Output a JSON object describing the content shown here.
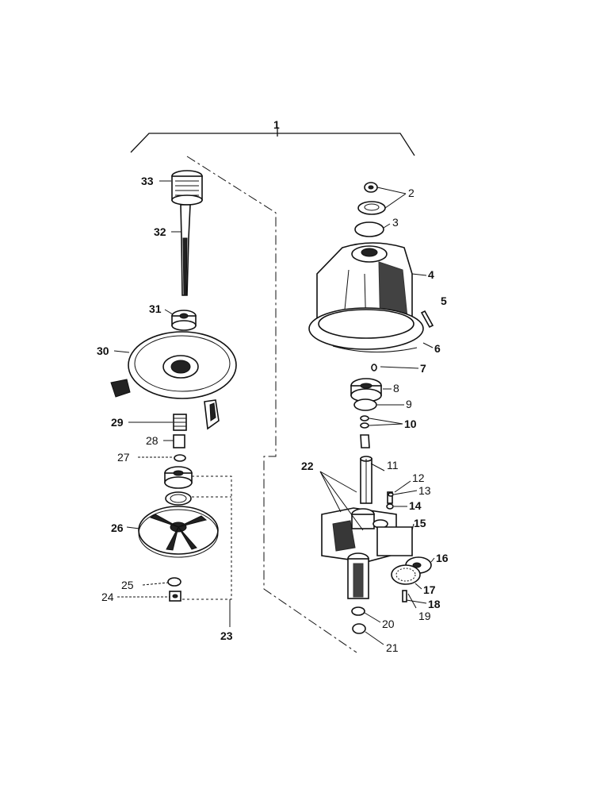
{
  "labels": {
    "l1": "1",
    "l2": "2",
    "l3": "3",
    "l4": "4",
    "l5": "5",
    "l6": "6",
    "l7": "7",
    "l8": "8",
    "l9": "9",
    "l10": "10",
    "l11": "11",
    "l12": "12",
    "l13": "13",
    "l14": "14",
    "l15": "15",
    "l16": "16",
    "l17": "17",
    "l18": "18",
    "l19": "19",
    "l20": "20",
    "l21": "21",
    "l22": "22",
    "l23": "23",
    "l24": "24",
    "l25": "25",
    "l26": "26",
    "l27": "27",
    "l28": "28",
    "l29": "29",
    "l30": "30",
    "l31": "31",
    "l32": "32",
    "l33": "33"
  }
}
